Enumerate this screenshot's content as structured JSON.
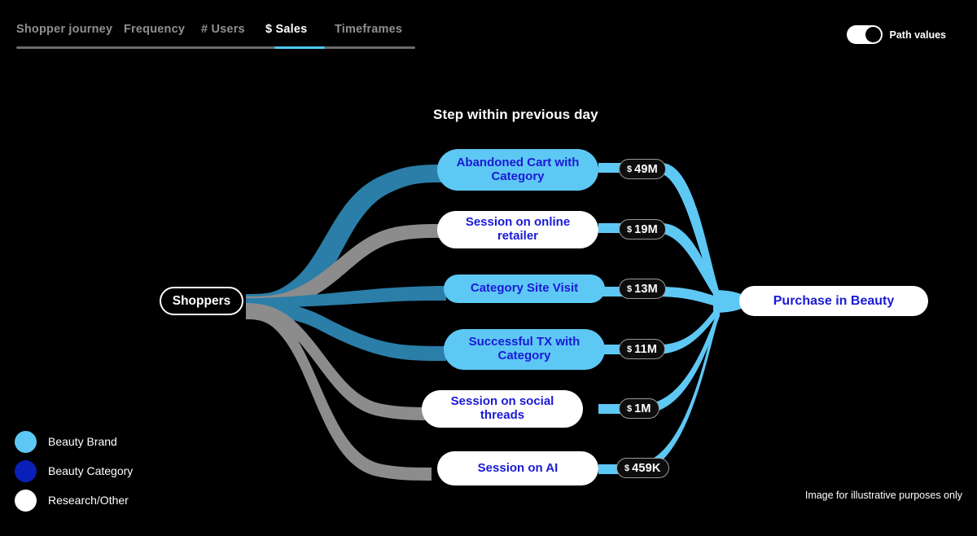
{
  "nav": {
    "tabs": [
      {
        "label": "Shopper journey",
        "active": false
      },
      {
        "label": "Frequency",
        "active": false
      },
      {
        "label": "# Users",
        "active": false
      },
      {
        "label": "$ Sales",
        "active": true
      },
      {
        "label": "Timeframes",
        "active": false
      }
    ],
    "toggle": {
      "label": "Path values",
      "state": "on"
    }
  },
  "chart_title": "Step within previous day",
  "source_node": {
    "label": "Shoppers"
  },
  "target_node": {
    "label": "Purchase in Beauty"
  },
  "steps": [
    {
      "label": "Abandoned Cart with Category",
      "category": "Beauty Brand",
      "currency": "$",
      "value_label": "49M",
      "value": 49000000
    },
    {
      "label": "Session on online retailer",
      "category": "Research/Other",
      "currency": "$",
      "value_label": "19M",
      "value": 19000000
    },
    {
      "label": "Category Site Visit",
      "category": "Beauty Brand",
      "currency": "$",
      "value_label": "13M",
      "value": 13000000
    },
    {
      "label": "Successful TX with Category",
      "category": "Beauty Brand",
      "currency": "$",
      "value_label": "11M",
      "value": 11000000
    },
    {
      "label": "Session on social threads",
      "category": "Research/Other",
      "currency": "$",
      "value_label": "1M",
      "value": 1000000
    },
    {
      "label": "Session on AI",
      "category": "Research/Other",
      "currency": "$",
      "value_label": "459K",
      "value": 459000
    }
  ],
  "legend": [
    {
      "label": "Beauty Brand",
      "color": "#5ec8f5"
    },
    {
      "label": "Beauty Category",
      "color": "#0a1fb8"
    },
    {
      "label": "Research/Other",
      "color": "#ffffff"
    }
  ],
  "footnote": "Image for illustrative purposes only",
  "colors": {
    "background": "#000000",
    "brand_blue": "#5ec8f5",
    "category_blue": "#0a1fb8",
    "other_white": "#ffffff",
    "ribbon_in_brand": "#2a7ea8",
    "ribbon_in_other": "#8c8c8c",
    "ribbon_out": "#5ec8f5",
    "tab_inactive": "#8f8f8f",
    "tab_active_underline": "#4ec8f0",
    "node_text_blue": "#1a1ad6"
  },
  "chart_data": {
    "type": "sankey",
    "title": "Step within previous day",
    "source": "Shoppers",
    "target": "Purchase in Beauty",
    "unit": "$ Sales",
    "legend_position": "bottom-left",
    "nodes": [
      "Shoppers",
      "Abandoned Cart with Category",
      "Session on online retailer",
      "Category Site Visit",
      "Successful TX with Category",
      "Session on social threads",
      "Session on AI",
      "Purchase in Beauty"
    ],
    "links": [
      {
        "source": "Shoppers",
        "target": "Abandoned Cart with Category",
        "value": 49000000,
        "label": "$ 49M",
        "color": "#2a7ea8"
      },
      {
        "source": "Shoppers",
        "target": "Session on online retailer",
        "value": 19000000,
        "label": "$ 19M",
        "color": "#8c8c8c"
      },
      {
        "source": "Shoppers",
        "target": "Category Site Visit",
        "value": 13000000,
        "label": "$ 13M",
        "color": "#2a7ea8"
      },
      {
        "source": "Shoppers",
        "target": "Successful TX with Category",
        "value": 11000000,
        "label": "$ 11M",
        "color": "#2a7ea8"
      },
      {
        "source": "Shoppers",
        "target": "Session on social threads",
        "value": 1000000,
        "label": "$ 1M",
        "color": "#8c8c8c"
      },
      {
        "source": "Shoppers",
        "target": "Session on AI",
        "value": 459000,
        "label": "$ 459K",
        "color": "#8c8c8c"
      },
      {
        "source": "Abandoned Cart with Category",
        "target": "Purchase in Beauty",
        "value": 49000000,
        "label": "$ 49M",
        "color": "#5ec8f5"
      },
      {
        "source": "Session on online retailer",
        "target": "Purchase in Beauty",
        "value": 19000000,
        "label": "$ 19M",
        "color": "#5ec8f5"
      },
      {
        "source": "Category Site Visit",
        "target": "Purchase in Beauty",
        "value": 13000000,
        "label": "$ 13M",
        "color": "#5ec8f5"
      },
      {
        "source": "Successful TX with Category",
        "target": "Purchase in Beauty",
        "value": 11000000,
        "label": "$ 11M",
        "color": "#5ec8f5"
      },
      {
        "source": "Session on social threads",
        "target": "Purchase in Beauty",
        "value": 1000000,
        "label": "$ 1M",
        "color": "#5ec8f5"
      },
      {
        "source": "Session on AI",
        "target": "Purchase in Beauty",
        "value": 459000,
        "label": "$ 459K",
        "color": "#5ec8f5"
      }
    ]
  }
}
